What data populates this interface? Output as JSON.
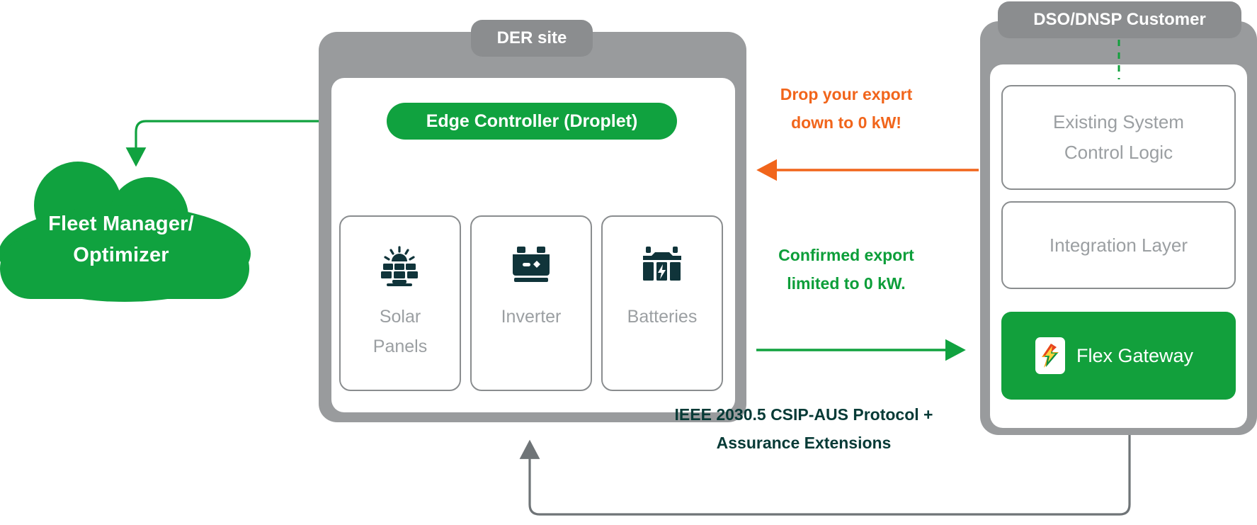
{
  "diagram": {
    "cloud": {
      "name": "fleet-manager",
      "label_line1": "Fleet Manager/",
      "label_line2": "Optimizer"
    },
    "der_site": {
      "tab_label": "DER site",
      "edge_controller_label": "Edge Controller (Droplet)",
      "devices": [
        {
          "icon": "solar-panel-icon",
          "label_line1": "Solar",
          "label_line2": "Panels"
        },
        {
          "icon": "inverter-icon",
          "label_line1": "Inverter",
          "label_line2": ""
        },
        {
          "icon": "battery-icon",
          "label_line1": "Batteries",
          "label_line2": ""
        }
      ]
    },
    "dso": {
      "tab_label": "DSO/DNSP Customer",
      "existing_system_line1": "Existing System",
      "existing_system_line2": "Control Logic",
      "integration_layer": "Integration Layer",
      "flex_gateway_label": "Flex Gateway",
      "flex_gateway_icon": "lightning-bolt-icon"
    },
    "messages": {
      "drop_line1": "Drop your export",
      "drop_line2": "down to 0 kW!",
      "confirm_line1": "Confirmed  export",
      "confirm_line2": "limited to 0 kW.",
      "protocol_line1": "IEEE 2030.5 CSIP-AUS Protocol +",
      "protocol_line2": "Assurance Extensions"
    },
    "colors": {
      "green": "#10a23f",
      "orange": "#f1651b",
      "dark_teal": "#063a36",
      "gray_panel": "#999b9d",
      "gray_tab": "#8b8d8f",
      "gray_text": "#9b9fa2",
      "icon_dark": "#10343a"
    }
  }
}
